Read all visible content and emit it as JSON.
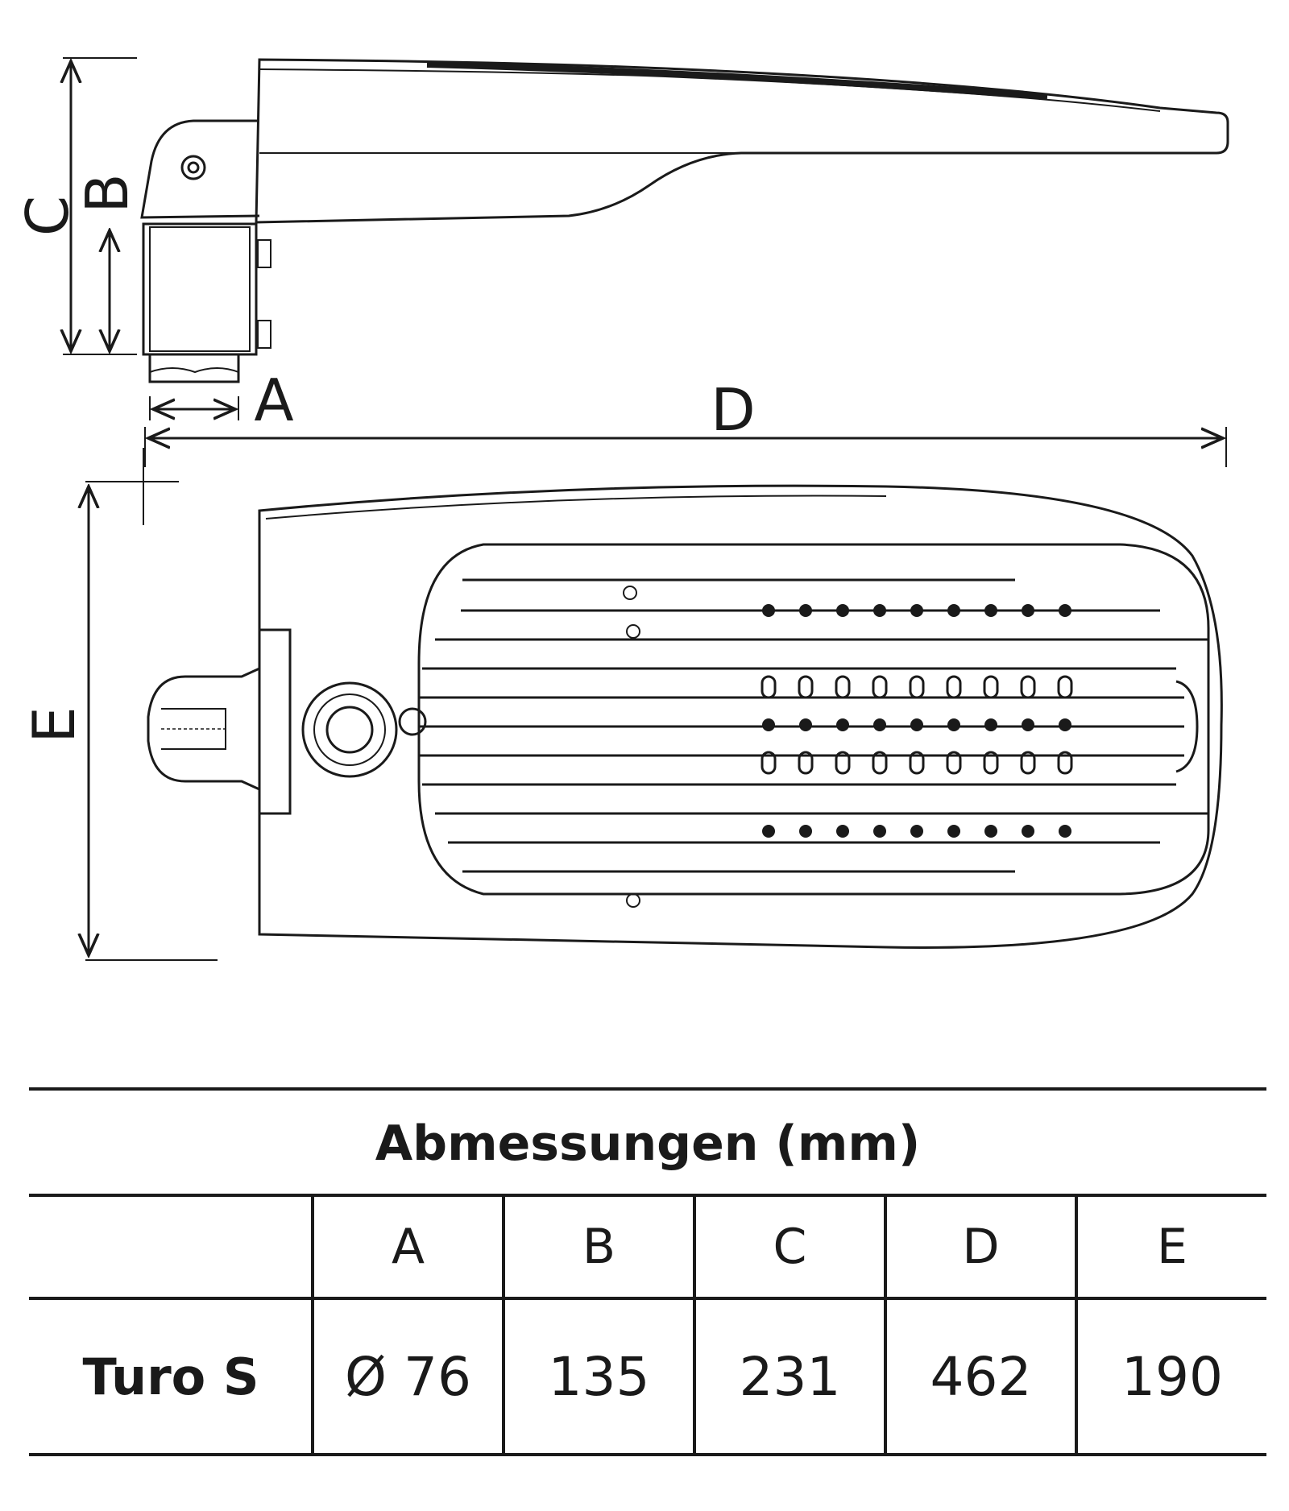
{
  "drawing": {
    "labels": {
      "a": "A",
      "b": "B",
      "c": "C",
      "d": "D",
      "e": "E"
    }
  },
  "table": {
    "title": "Abmessungen (mm)",
    "columns": [
      "A",
      "B",
      "C",
      "D",
      "E"
    ],
    "row": {
      "label": "Turo S",
      "values": [
        "Ø 76",
        "135",
        "231",
        "462",
        "190"
      ]
    }
  }
}
